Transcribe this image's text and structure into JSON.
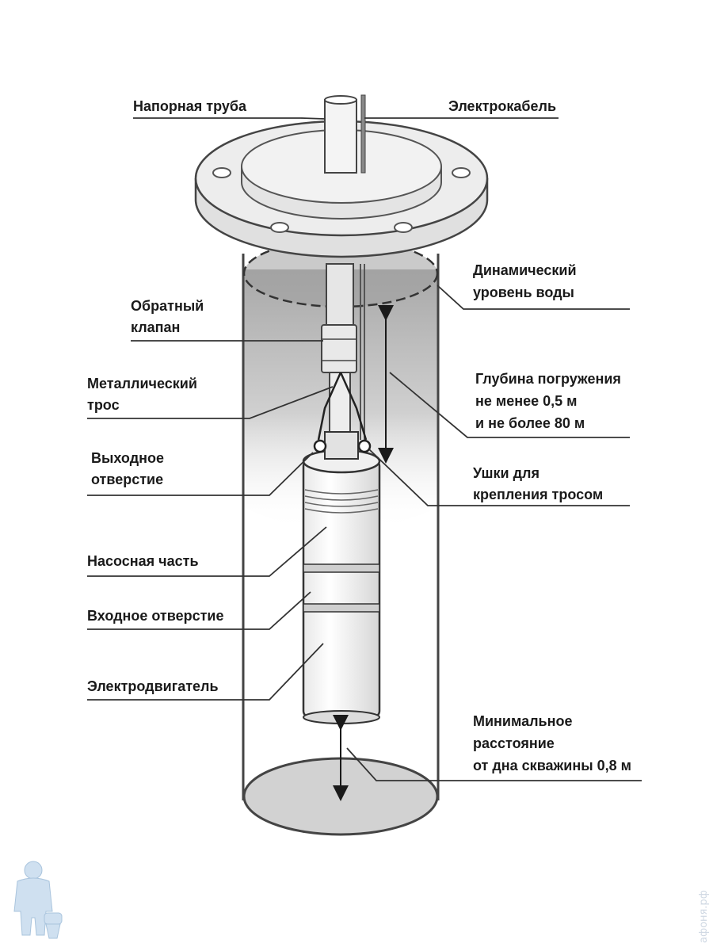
{
  "labels": {
    "pressure_pipe": "Напорная труба",
    "power_cable": "Электрокабель",
    "dynamic_level": [
      "Динамический",
      "уровень воды"
    ],
    "check_valve": [
      "Обратный",
      "клапан"
    ],
    "metal_cable": [
      "Металлический",
      "трос"
    ],
    "immersion_depth": [
      "Глубина погружения",
      "не менее 0,5 м",
      "и не более 80 м"
    ],
    "outlet": [
      "Выходное",
      "отверстие"
    ],
    "lugs": [
      "Ушки для",
      "крепления тросом"
    ],
    "pump_section": "Насосная часть",
    "inlet": "Входное отверстие",
    "motor": "Электродвигатель",
    "min_distance": [
      "Минимальное",
      "расстояние",
      "от дна скважины 0,8 м"
    ]
  },
  "watermark": {
    "text": "афоня.рф",
    "figure_icon": "plumber-mascot-icon"
  },
  "colors": {
    "line": "#333333",
    "water": "#b8b8b8",
    "flange": "#ebebeb",
    "text": "#1a1a1a",
    "watermark": "#cfd8e3"
  }
}
